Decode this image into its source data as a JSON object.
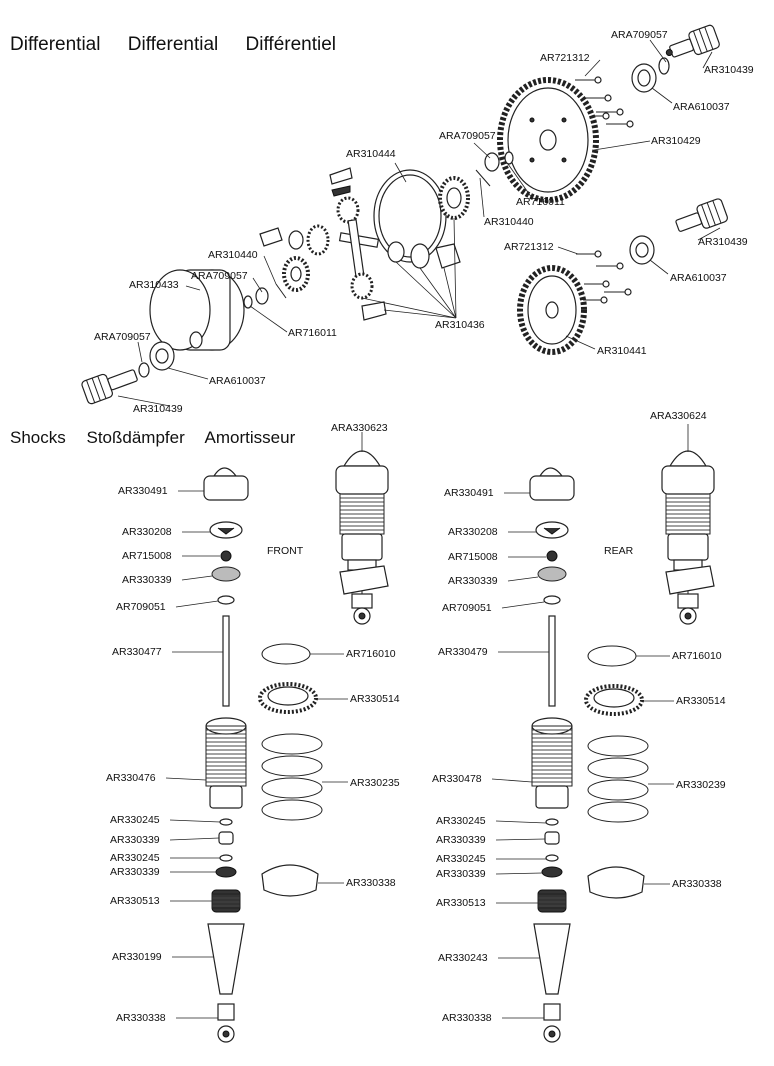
{
  "differential": {
    "headings": [
      "Differential",
      "Differential",
      "Différentiel"
    ],
    "labels": {
      "ara709057_top": "ARA709057",
      "ar721312_top": "AR721312",
      "ar310439_top": "AR310439",
      "ara610037_top": "ARA610037",
      "ar310429": "AR310429",
      "ar310444": "AR310444",
      "ara709057_mid": "ARA709057",
      "ar716011_mid": "AR716011",
      "ar310440_mid": "AR310440",
      "ar310439_mid": "AR310439",
      "ar721312_low": "AR721312",
      "ara610037_low": "ARA610037",
      "ar310440_left": "AR310440",
      "ara709057_left": "ARA709057",
      "ar310433": "AR310433",
      "ar716011_left": "AR716011",
      "ar310436": "AR310436",
      "ar310441": "AR310441",
      "ara709057_bot": "ARA709057",
      "ara610037_bot": "ARA610037",
      "ar310439_bot": "AR310439"
    }
  },
  "shocks": {
    "headings": [
      "Shocks",
      "Stoßdämpfer",
      "Amortisseur"
    ],
    "front": {
      "assembly": "ARA330623",
      "position": "FRONT",
      "left": [
        "AR330491",
        "AR330208",
        "AR715008",
        "AR330339",
        "AR709051",
        "AR330477",
        "AR330476",
        "AR330245",
        "AR330339",
        "AR330245",
        "AR330339",
        "AR330513",
        "AR330199",
        "AR330338"
      ],
      "right": [
        "AR716010",
        "AR330514",
        "AR330235",
        "AR330338"
      ]
    },
    "rear": {
      "assembly": "ARA330624",
      "position": "REAR",
      "left": [
        "AR330491",
        "AR330208",
        "AR715008",
        "AR330339",
        "AR709051",
        "AR330479",
        "AR330478",
        "AR330245",
        "AR330339",
        "AR330245",
        "AR330339",
        "AR330513",
        "AR330243",
        "AR330338"
      ],
      "right": [
        "AR716010",
        "AR330514",
        "AR330239",
        "AR330338"
      ]
    }
  },
  "icons": [
    "gear-icon",
    "bearing-icon",
    "outdrive-icon",
    "shock-body-icon",
    "spring-icon"
  ]
}
